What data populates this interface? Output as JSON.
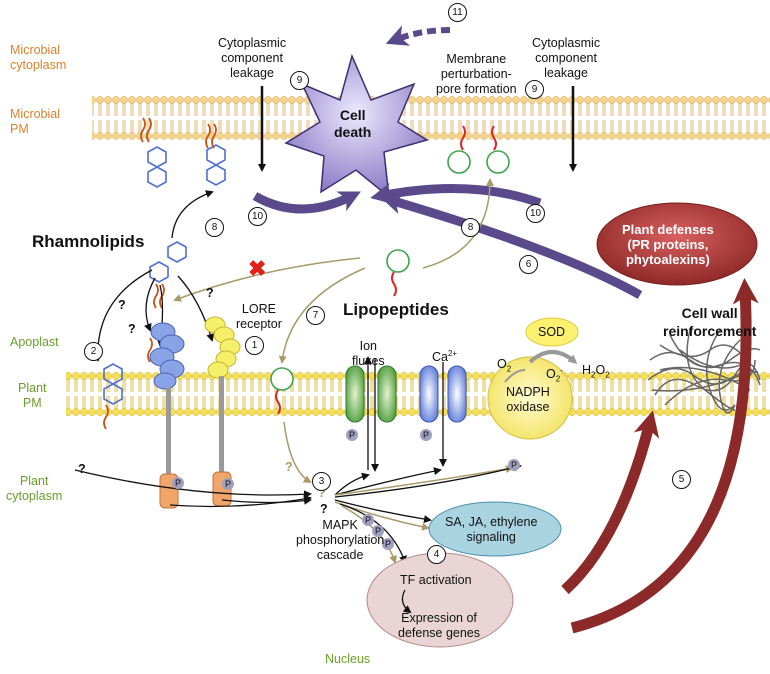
{
  "labels": {
    "microbial_cytoplasm": [
      "Microbial",
      "cytoplasm"
    ],
    "microbial_pm": [
      "Microbial",
      "PM"
    ],
    "apoplast": "Apoplast",
    "plant_pm": [
      "Plant",
      "PM"
    ],
    "plant_cytoplasm": [
      "Plant",
      "cytoplasm"
    ],
    "nucleus": "Nucleus"
  },
  "text": {
    "leak_left": [
      "Cytoplasmic",
      "component",
      "leakage"
    ],
    "leak_right": [
      "Cytoplasmic",
      "component",
      "leakage"
    ],
    "membrane_perturb": [
      "Membrane",
      "perturbation-",
      "pore formation"
    ],
    "cell_death": [
      "Cell",
      "death"
    ],
    "rhamnolipids": "Rhamnolipids",
    "lipopeptides": "Lipopeptides",
    "lore": [
      "LORE",
      "receptor"
    ],
    "plant_defenses": [
      "Plant defenses",
      "(PR proteins,",
      "phytoalexins)"
    ],
    "cell_wall": [
      "Cell wall",
      "reinforcement"
    ],
    "sod": "SOD",
    "o2": "O",
    "o2_sub": "2",
    "o2minus": "O",
    "o2minus_sub": "2",
    "o2minus_sup": "-",
    "h2o2_a": "H",
    "h2o2_sub1": "2",
    "h2o2_b": "O",
    "h2o2_sub2": "2",
    "ion_fluxes": [
      "Ion",
      "fluxes"
    ],
    "ca": "Ca",
    "ca_sup": "2+",
    "nadph": [
      "NADPH",
      "oxidase"
    ],
    "mapk": [
      "MAPK",
      "phosphorylation",
      "cascade"
    ],
    "sa_ja": [
      "SA, JA, ethylene",
      "signaling"
    ],
    "tf": "TF activation",
    "expression": [
      "Expression of",
      "defense genes"
    ],
    "p": "P",
    "q": "?"
  },
  "steps": [
    "1",
    "2",
    "3",
    "4",
    "5",
    "6",
    "7",
    "8",
    "9",
    "10",
    "11"
  ],
  "colors": {
    "region_microbial": "#d9822b",
    "region_plant": "#6a9e2b",
    "membrane_head": "#f2d48a",
    "membrane_tail": "#e7c37a",
    "plant_head": "#f4df5b",
    "plant_tail": "#eccd62",
    "death_star": "#9b8ec9",
    "thick_arrow": "#5a4a8c",
    "defense_oval": "#a33a3a",
    "red_arrow": "#8c2a2a",
    "olive_arrow": "#a89b6a",
    "sa_oval": "#a9d3e0",
    "nucleus_oval": "#e9d5d5",
    "nadph": "#fbf39a",
    "phospho": "#9f9fc0"
  }
}
